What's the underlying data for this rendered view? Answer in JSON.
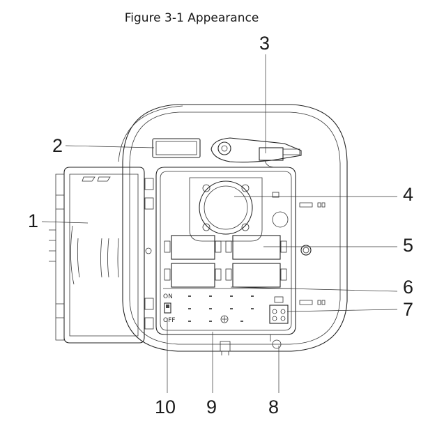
{
  "figure": {
    "caption": "Figure 3-1 Appearance",
    "callouts": [
      "1",
      "2",
      "3",
      "4",
      "5",
      "6",
      "7",
      "8",
      "9",
      "10"
    ]
  },
  "switch": {
    "on_label": "ON",
    "off_label": "OFF"
  }
}
